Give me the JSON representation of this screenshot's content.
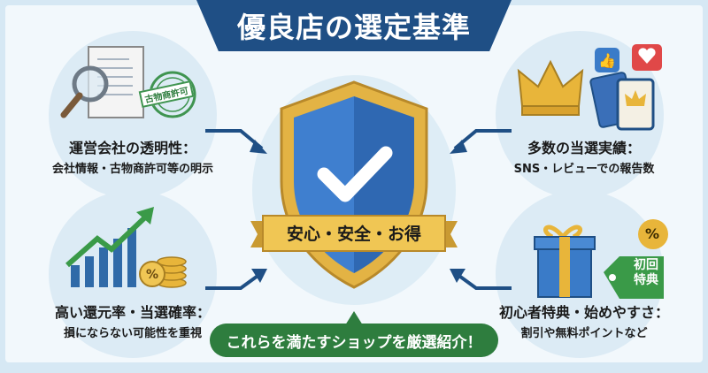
{
  "title": "優良店の選定基準",
  "center": {
    "ribbon_text": "安心・安全・お得"
  },
  "criteria": [
    {
      "title": "運営会社の透明性：",
      "subtitle": "会社情報・古物商許可等の明示",
      "stamp_text": "古物商許可"
    },
    {
      "title": "多数の当選実績：",
      "subtitle": "SNS・レビューでの報告数"
    },
    {
      "title": "高い還元率・当選確率：",
      "subtitle": "損にならない可能性を重視",
      "coin_symbol": "%"
    },
    {
      "title": "初心者特典・始めやすさ：",
      "subtitle": "割引や無料ポイントなど",
      "tag_text_line1": "初回",
      "tag_text_line2": "特典",
      "badge_symbol": "%"
    }
  ],
  "footer": {
    "callout": "これらを満たすショップを厳選紹介！"
  },
  "colors": {
    "navy": "#1f4f85",
    "green": "#2e7d3e",
    "gold": "#e8b53a",
    "blue": "#3a7bc8"
  }
}
